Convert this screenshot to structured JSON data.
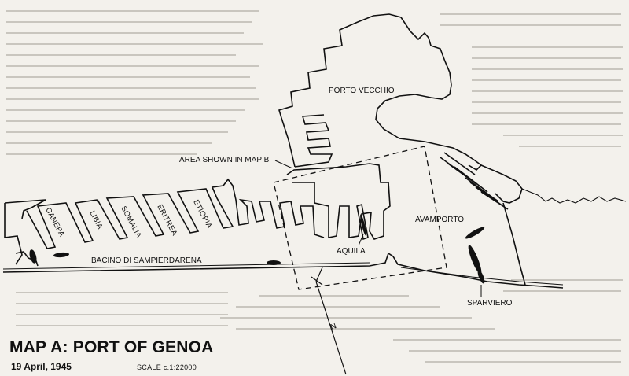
{
  "map": {
    "title": "MAP A: PORT OF GENOA",
    "date": "19 April, 1945",
    "scale": "SCALE c.1:22000",
    "labels": {
      "porto_vecchio": "PORTO VECCHIO",
      "area_shown": "AREA SHOWN IN MAP B",
      "avamporto": "AVAMPORTO",
      "aquila": "AQUILA",
      "sparviero": "SPARVIERO",
      "bacino": "BACINO DI SAMPIERDARENA",
      "north": "N"
    },
    "berths": [
      "CANEPA",
      "LIBIA",
      "SOMALIA",
      "ERITREA",
      "ETIOPIA"
    ]
  },
  "colors": {
    "ink": "#111111",
    "paper": "#f3f1ec",
    "bleed": "#c9c6bf"
  }
}
